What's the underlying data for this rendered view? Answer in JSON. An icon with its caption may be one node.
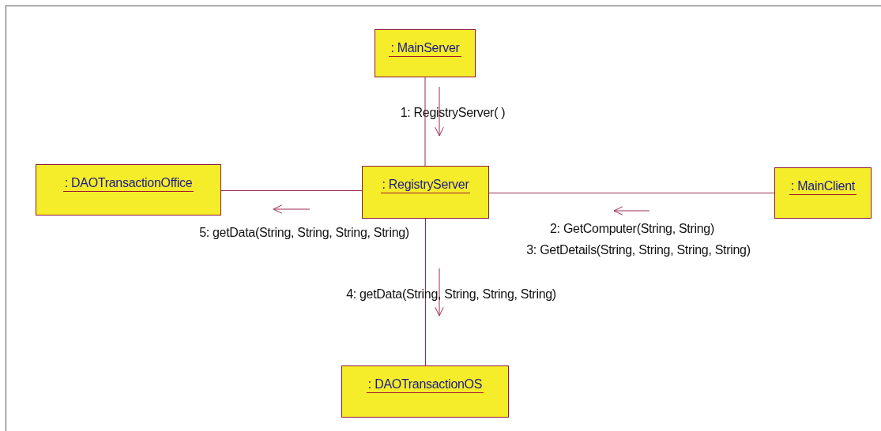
{
  "diagram": {
    "nodes": [
      {
        "text": [
          ": MainServer"
        ]
      },
      {
        "text": [
          ": DAOTransactionOffice"
        ]
      },
      {
        "text": [
          ": RegistryServer"
        ]
      },
      {
        "text": [
          ": MainClient"
        ]
      },
      {
        "text": [
          ": DAOTransactionOS"
        ]
      }
    ],
    "edges": [
      {
        "from": 0,
        "to": 2,
        "arrow": "none"
      },
      {
        "from": 2,
        "to": 1,
        "arrow": "none"
      },
      {
        "from": 2,
        "to": 3,
        "arrow": "none"
      },
      {
        "from": 2,
        "to": 4,
        "arrow": "none"
      }
    ],
    "labels": [
      "1: RegistryServer( )",
      "5: getData(String, String, String, String)",
      "2: GetComputer(String, String)",
      "3: GetDetails(String, String, String, String)",
      "4: getData(String, String, String, String)"
    ]
  }
}
